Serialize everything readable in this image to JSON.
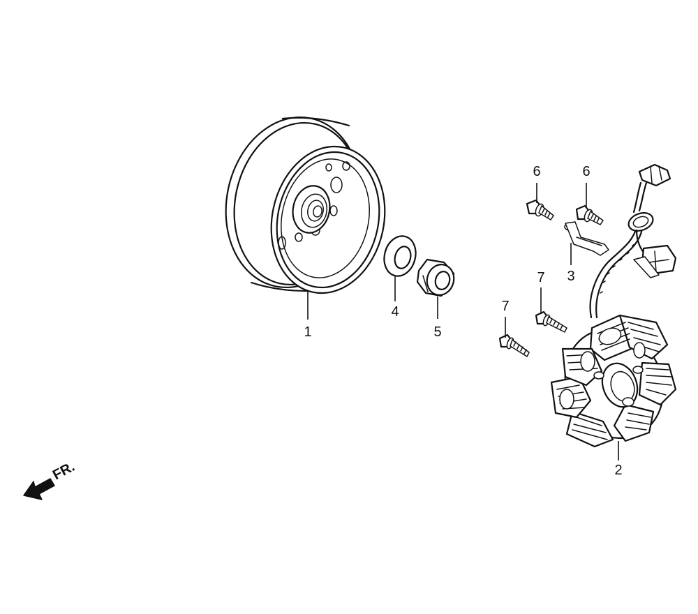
{
  "parts": [
    {
      "id": "flywheel",
      "label": "1"
    },
    {
      "id": "stator",
      "label": "2"
    },
    {
      "id": "wire-clamp",
      "label": "3"
    },
    {
      "id": "washer",
      "label": "4"
    },
    {
      "id": "nut",
      "label": "5"
    },
    {
      "id": "bolt-a",
      "label": "6"
    },
    {
      "id": "bolt-b",
      "label": "6"
    },
    {
      "id": "bolt-c",
      "label": "7"
    },
    {
      "id": "bolt-d",
      "label": "7"
    }
  ],
  "direction_indicator": {
    "text": "FR."
  },
  "colors": {
    "line": "#111111",
    "background": "#ffffff"
  }
}
